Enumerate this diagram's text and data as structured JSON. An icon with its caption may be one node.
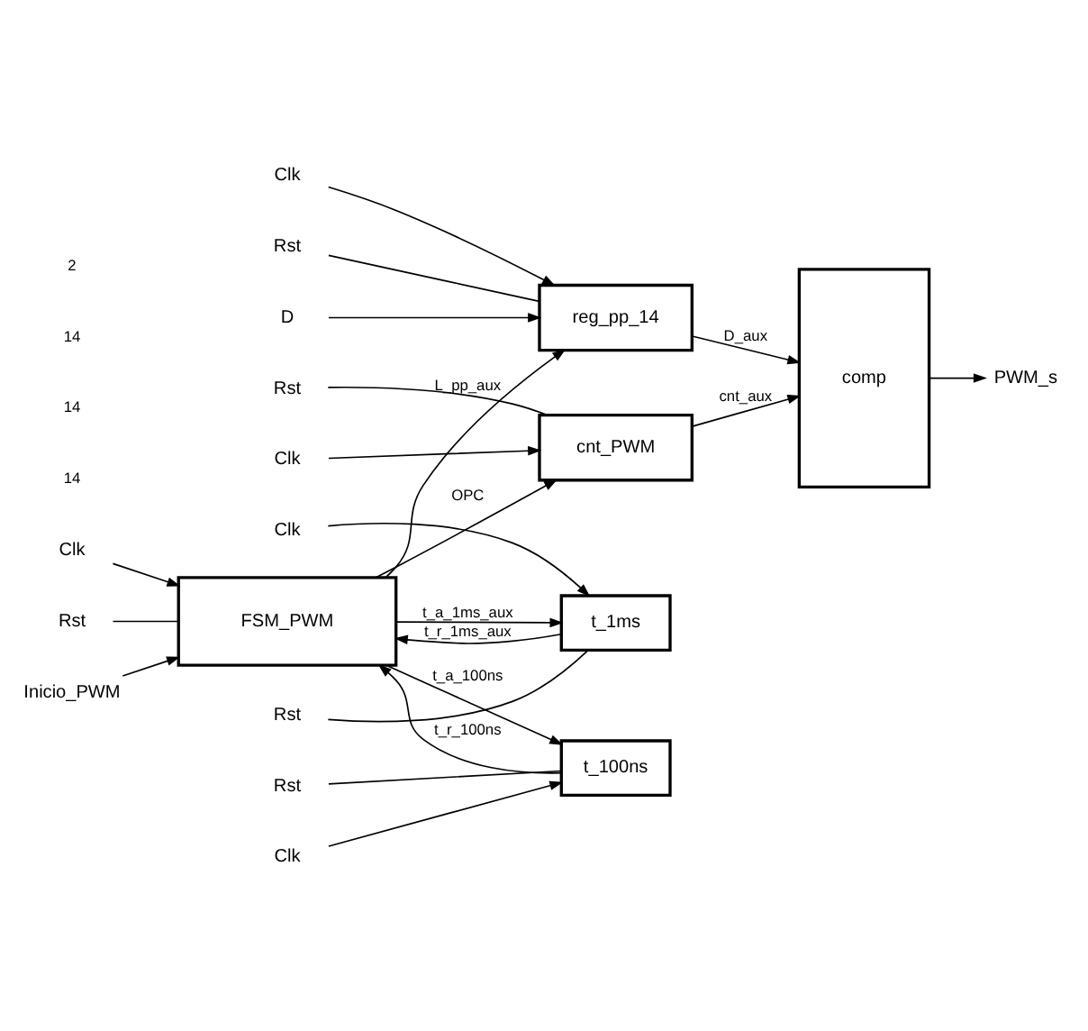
{
  "diagram": {
    "nodes": [
      {
        "text": [
          "Clk"
        ]
      },
      {
        "text": [
          "Rst"
        ]
      },
      {
        "text": [
          "D"
        ]
      },
      {
        "text": [
          "reg_pp_14"
        ]
      },
      {
        "text": [
          "comp"
        ]
      },
      {
        "text": [
          "PWM_s"
        ]
      },
      {
        "text": [
          "Clk"
        ]
      },
      {
        "text": [
          "Rst"
        ]
      },
      {
        "text": [
          "cnt_PWM"
        ]
      },
      {
        "text": [
          "Clk"
        ]
      },
      {
        "text": [
          "Rst"
        ]
      },
      {
        "text": [
          "Inicio_PWM"
        ]
      },
      {
        "text": [
          "FSM_PWM"
        ]
      },
      {
        "text": [
          "Clk"
        ]
      },
      {
        "text": [
          "Rst"
        ]
      },
      {
        "text": [
          "t_1ms"
        ]
      },
      {
        "text": [
          "Clk"
        ]
      },
      {
        "text": [
          "Rst"
        ]
      },
      {
        "text": [
          "t_100ns"
        ]
      }
    ],
    "edges": [
      {
        "from": 0,
        "to": 3,
        "arrow": "to"
      },
      {
        "from": 1,
        "to": 3,
        "arrow": "none"
      },
      {
        "from": 2,
        "to": 3,
        "arrow": "to"
      },
      {
        "from": 3,
        "to": 4,
        "arrow": "to",
        "label": "D_aux"
      },
      {
        "from": 4,
        "to": 5,
        "arrow": "to"
      },
      {
        "from": 6,
        "to": 8,
        "arrow": "to"
      },
      {
        "from": 7,
        "to": 8,
        "arrow": "none"
      },
      {
        "from": 8,
        "to": 4,
        "arrow": "to",
        "label": "cnt_aux"
      },
      {
        "from": 12,
        "to": 3,
        "arrow": "to",
        "label": "L_pp_aux"
      },
      {
        "from": 12,
        "to": 8,
        "arrow": "to",
        "label": "OPC"
      },
      {
        "from": 9,
        "to": 12,
        "arrow": "to"
      },
      {
        "from": 10,
        "to": 12,
        "arrow": "none"
      },
      {
        "from": 11,
        "to": 12,
        "arrow": "to"
      },
      {
        "from": 12,
        "to": 15,
        "arrow": "to",
        "label": "t_a_1ms_aux"
      },
      {
        "from": 15,
        "to": 12,
        "arrow": "to",
        "label": "t_r_1ms_aux"
      },
      {
        "from": 12,
        "to": 18,
        "arrow": "to",
        "label": "t_a_100ns"
      },
      {
        "from": 18,
        "to": 12,
        "arrow": "to",
        "label": "t_r_100ns"
      },
      {
        "from": 13,
        "to": 15,
        "arrow": "to"
      },
      {
        "from": 14,
        "to": 15,
        "arrow": "none"
      },
      {
        "from": 16,
        "to": 18,
        "arrow": "to"
      },
      {
        "from": 17,
        "to": 18,
        "arrow": "none"
      }
    ],
    "labels": [
      "14",
      "14",
      "14",
      "2"
    ]
  }
}
